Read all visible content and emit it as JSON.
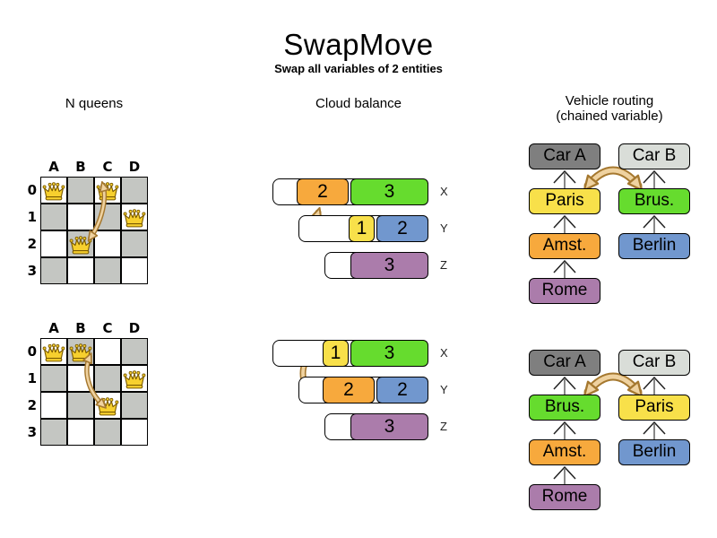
{
  "title": "SwapMove",
  "subtitle": "Swap all variables of 2 entities",
  "columns": {
    "nqueens": {
      "label": "N queens"
    },
    "cloud": {
      "label": "Cloud balance"
    },
    "vrp": {
      "label": "Vehicle routing",
      "sublabel": "(chained variable)"
    }
  },
  "nqueens": {
    "col_headers": [
      "A",
      "B",
      "C",
      "D"
    ],
    "row_headers": [
      "0",
      "1",
      "2",
      "3"
    ],
    "before": {
      "queens": [
        {
          "col": 0,
          "row": 0
        },
        {
          "col": 2,
          "row": 0
        },
        {
          "col": 3,
          "row": 1
        },
        {
          "col": 1,
          "row": 2
        }
      ]
    },
    "after": {
      "queens": [
        {
          "col": 0,
          "row": 0
        },
        {
          "col": 1,
          "row": 0
        },
        {
          "col": 3,
          "row": 1
        },
        {
          "col": 2,
          "row": 2
        }
      ]
    }
  },
  "cloud": {
    "before": [
      {
        "label": "X",
        "capacity": 6,
        "blocks": [
          {
            "value": 2,
            "color": "orange"
          },
          {
            "value": 3,
            "color": "green"
          }
        ]
      },
      {
        "label": "Y",
        "capacity": 5,
        "blocks": [
          {
            "value": 1,
            "color": "yellow"
          },
          {
            "value": 2,
            "color": "blue"
          }
        ]
      },
      {
        "label": "Z",
        "capacity": 4,
        "blocks": [
          {
            "value": 3,
            "color": "purple"
          }
        ]
      }
    ],
    "after": [
      {
        "label": "X",
        "capacity": 6,
        "blocks": [
          {
            "value": 1,
            "color": "yellow"
          },
          {
            "value": 3,
            "color": "green"
          }
        ]
      },
      {
        "label": "Y",
        "capacity": 5,
        "blocks": [
          {
            "value": 2,
            "color": "orange"
          },
          {
            "value": 2,
            "color": "blue"
          }
        ]
      },
      {
        "label": "Z",
        "capacity": 4,
        "blocks": [
          {
            "value": 3,
            "color": "purple"
          }
        ]
      }
    ]
  },
  "vrp": {
    "before": {
      "left": [
        {
          "label": "Car A",
          "color": "carA"
        },
        {
          "label": "Paris",
          "color": "yellow"
        },
        {
          "label": "Amst.",
          "color": "orange"
        },
        {
          "label": "Rome",
          "color": "purple"
        }
      ],
      "right": [
        {
          "label": "Car B",
          "color": "carB"
        },
        {
          "label": "Brus.",
          "color": "green"
        },
        {
          "label": "Berlin",
          "color": "blue"
        }
      ]
    },
    "after": {
      "left": [
        {
          "label": "Car A",
          "color": "carA"
        },
        {
          "label": "Brus.",
          "color": "green"
        },
        {
          "label": "Amst.",
          "color": "orange"
        },
        {
          "label": "Rome",
          "color": "purple"
        }
      ],
      "right": [
        {
          "label": "Car B",
          "color": "carB"
        },
        {
          "label": "Paris",
          "color": "yellow"
        },
        {
          "label": "Berlin",
          "color": "blue"
        }
      ]
    }
  },
  "colors": {
    "orange": "#f7a93d",
    "green": "#66dc2e",
    "yellow": "#f8e04a",
    "blue": "#7197ce",
    "purple": "#ab7cab",
    "carA": "#7f7f7f",
    "carB": "#d9ddd8",
    "board_dark": "#c4c6c2",
    "queen_gold": "#f7d02e",
    "arrow_light": "#efd2a0",
    "arrow_dark": "#a5782f"
  }
}
